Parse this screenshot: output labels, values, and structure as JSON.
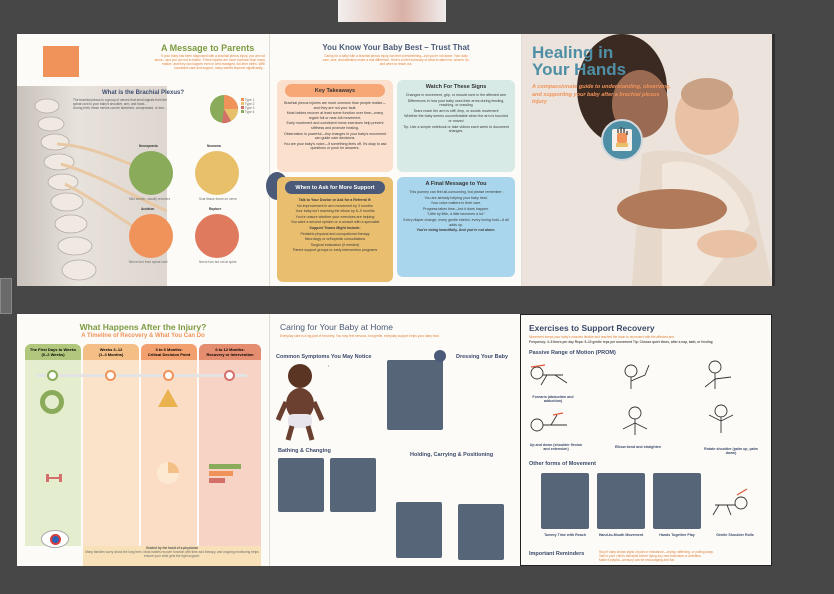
{
  "brochure_front": {
    "parents_message": {
      "title": "A Message to Parents",
      "lines": [
        "If your baby has been diagnosed with a brachial plexus injury, you are not",
        "alone—and you are not to blame. These injuries are more common than many",
        "realize, and they can happen even in well-managed, full-term births. With",
        "consistent care and support, many babies improve significantly..."
      ]
    },
    "plexus_section": {
      "title": "What is the Brachial Plexus?",
      "lines": [
        "The brachial plexus is a group of nerves that send signals from the",
        "spinal cord to your baby's shoulder, arm, and hand...",
        "During birth, these nerves can be stretched, compressed, or torn..."
      ],
      "pie_legend": [
        "Type 1",
        "Type 2",
        "Type 3",
        "Type 4"
      ],
      "donut_labels": [
        "Neuropraxia",
        "Neuroma",
        "Avulsion",
        "Rupture"
      ],
      "donut_captions": [
        "Mild stretch; usually recovers",
        "Scar tissue forms on nerve",
        "Nerve torn from spinal cord",
        "Nerve torn but not at spine"
      ]
    },
    "know_your_baby": {
      "title": "You Know Your Baby Best – Trust That",
      "lines": [
        "Caring for a baby with a brachial plexus injury can feel overwhelming—but you're not alone. Your daily",
        "care, love, and attention make a real difference. Here's a brief summary of what to watch for, what to do,",
        "and when to reach out."
      ]
    },
    "key_takeaways": {
      "title": "Key Takeaways",
      "items": [
        "Brachial plexus injuries are more common than people realize—and they are not your fault.",
        "Most babies recover at least some function over time—many regain full or near-full movement.",
        "Early movement and consistent home exercises help prevent stiffness and promote healing.",
        "Observation is powerful—tiny changes in your baby's movement can guide care decisions.",
        "You are your baby's voice—if something feels off, it's okay to ask questions or push for answers."
      ]
    },
    "watch_signs": {
      "title": "Watch For These Signs",
      "items": [
        "Changes in movement, grip, or muscle tone in the affected arm",
        "Differences in how your baby uses their arms during feeding, reaching, or crawling",
        "Tears reach the arm is stiff, limp, or avoids movement",
        "Whether the baby seems uncomfortable when the arm is touched or moved",
        "Tip: Use a simple notebook or take videos each week to document changes."
      ]
    },
    "ask_more_support": {
      "title": "When to Ask for More Support",
      "items": [
        "Talk to Your Doctor or Ask for a Referral If:",
        "No improvement in arm movement by 3 months",
        "Your baby isn't reaching the elbow by 6–9 months",
        "You're unsure whether your exercises are helping",
        "You want a second opinion or a consult with a specialist",
        "Support Teams Might Include:",
        "Pediatric physical and occupational therapy",
        "Neurology or orthopedic consultations",
        "Surgical evaluation (if needed)",
        "Parent support groups or early intervention programs"
      ]
    },
    "final_message": {
      "title": "A Final Message to You",
      "items": [
        "This journey can feel all-consuming, but please remember:",
        "You are already helping your baby heal.",
        "Your voice matters in their care.",
        "Progress takes time—but it does happen.",
        "\"Little by little, a little becomes a lot.\"",
        "Every diaper change, every gentle stretch, every loving hold—it all adds up.",
        "You're doing beautifully. And you're not alone."
      ]
    },
    "cover": {
      "title_line1": "Healing in",
      "title_line2": "Your Hands",
      "subtitle": "A compassionate guide to understanding, observing, and supporting your baby after a brachial plexus injury"
    }
  },
  "brochure_back": {
    "timeline": {
      "title": "What Happens After the Injury?",
      "subtitle": "A Timeline of Recovery & What You Can Do",
      "columns": [
        {
          "head1": "The First Days to Weeks",
          "head2": "(0–2 Weeks)"
        },
        {
          "head1": "Weeks 3–12",
          "head2": "(1–3 Months)"
        },
        {
          "head1": "3 to 6 Months:",
          "head2": "Critical Decision Point"
        },
        {
          "head1": "6 to 12 Months:",
          "head2": "Recovery or Intervention"
        }
      ],
      "bottom_title": "Guided by the hand of a physician",
      "bottom_text": "Many families worry about the long term. Most babies recover function with time and therapy, and ongoing monitoring helps ensure your child gets the right support."
    },
    "caring": {
      "title": "Caring for Your Baby at Home",
      "intro": "Everyday care is a big part of recovery. You may feel nervous, but gentle, everyday support helps your baby heal.",
      "symptoms_title": "Common Symptoms You May Notice",
      "dressing_title": "Dressing Your Baby",
      "bathing_title": "Bathing & Changing",
      "holding_title": "Holding, Carrying & Positioning"
    },
    "exercises": {
      "title": "Exercises to Support Recovery",
      "intro": "Movement keeps your baby's muscles flexible and teaches the brain to reconnect with the affected arm.",
      "frequency": "Frequency: 3–5 times per day Reps: 5–10 gentle reps per movement Tip: Choose quiet times, after a nap, bath, or feeding",
      "prom_title": "Passive Range of Motion (PROM)",
      "prom_labels": [
        "Forearm (abduction and adduction)",
        "Elbow bend and straighten",
        "Rotate shoulder (palm up, palm down)",
        "Up and down (shoulder flexion and extension)"
      ],
      "other_title": "Other forms of Movement",
      "other_labels": [
        "Tummy Time with Reach",
        "Hand-to-Mouth Movement",
        "Hands Together Play",
        "Gentle Shoulder Rolls"
      ],
      "reminders_title": "Important Reminders",
      "reminders": [
        "Stop if baby shows signs of pain or resistance—crying, stiffening, or pulling away.",
        "Talk to your child's therapist before trying any new exercises or activities.",
        "Make it playful—sensory can be encouraging and fun."
      ]
    }
  },
  "colors": {
    "workspace": "#474747",
    "paper": "#fdfbf7",
    "orange": "#f0935a",
    "green_title": "#7d9b42",
    "navy": "#4a5a78",
    "teal": "#4f8fa6",
    "photo_placeholder": "#566577"
  }
}
